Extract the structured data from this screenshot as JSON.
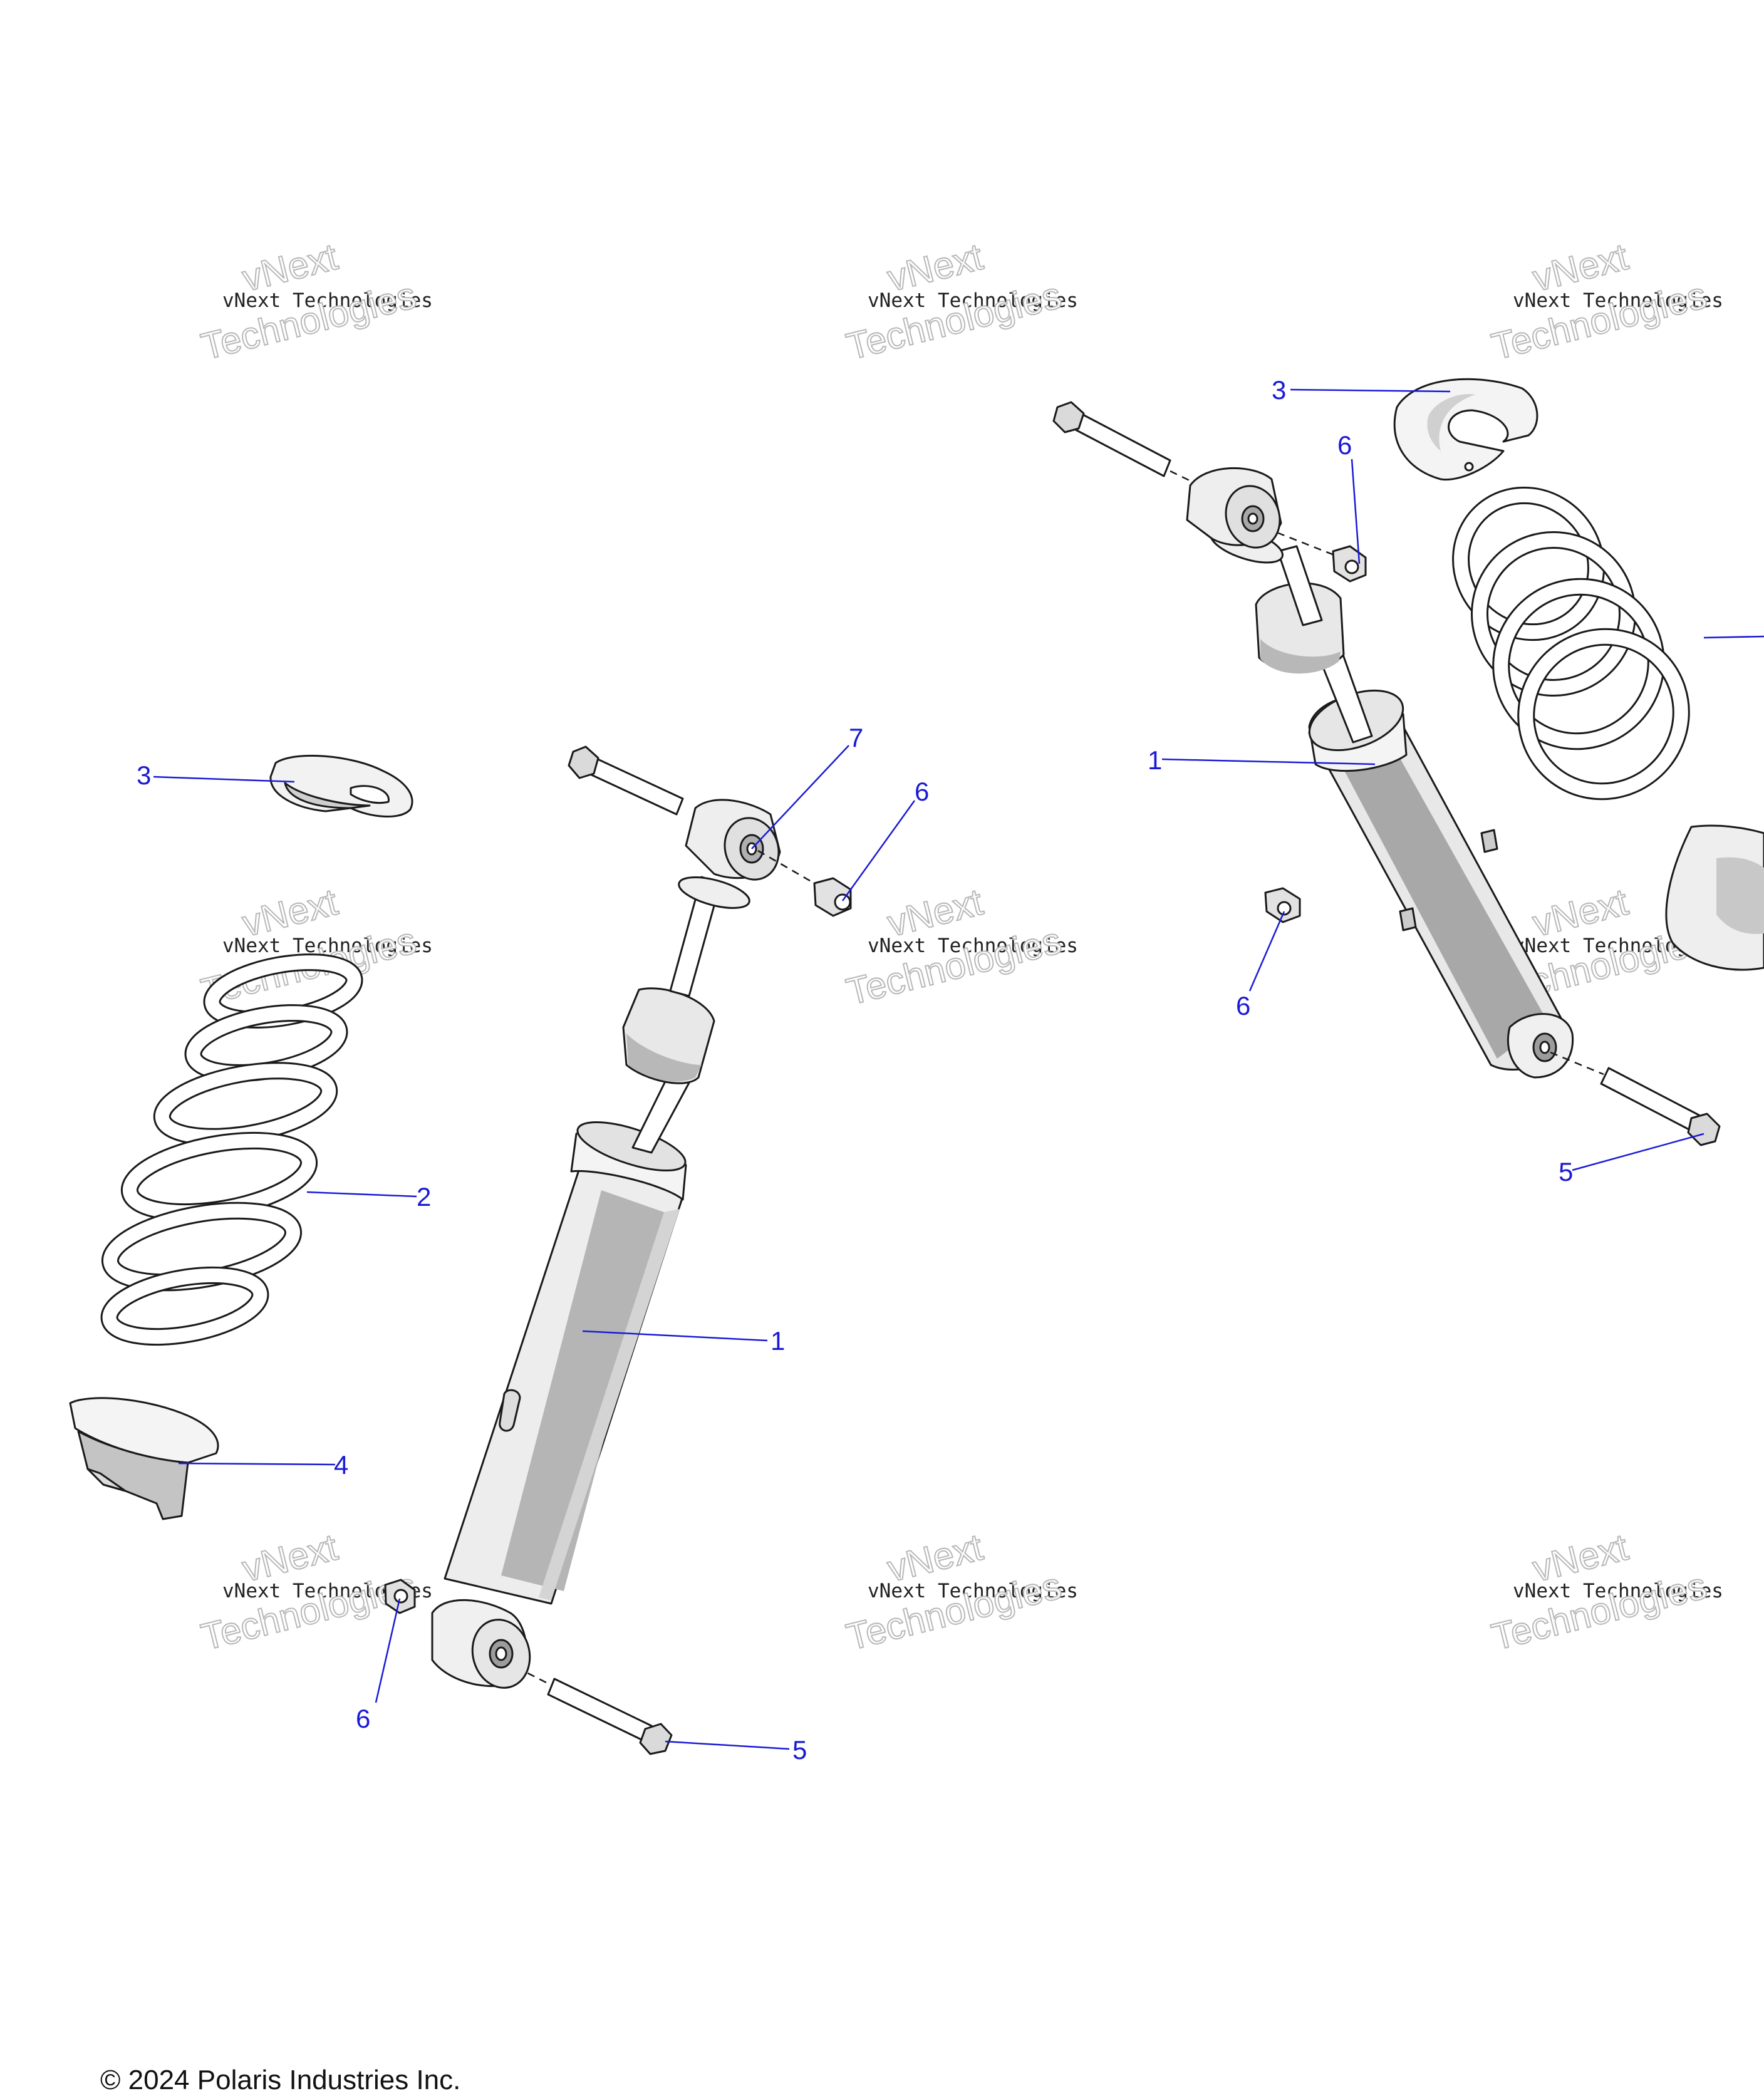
{
  "watermark": {
    "line1": "vNext",
    "line2": "vNext Technologies",
    "line3": "Technologies"
  },
  "callouts": {
    "left": {
      "c1": "1",
      "c2": "2",
      "c3": "3",
      "c4": "4",
      "c5": "5",
      "c6a": "6",
      "c6b": "6",
      "c7": "7"
    },
    "right": {
      "c1": "1",
      "c3": "3",
      "c5": "5",
      "c6a": "6",
      "c6b": "6"
    }
  },
  "copyright": "© 2024 Polaris Industries Inc.",
  "colors": {
    "callout": "#1a1ad6",
    "line": "#1a1a1a",
    "shade": "#b5b5b5"
  }
}
